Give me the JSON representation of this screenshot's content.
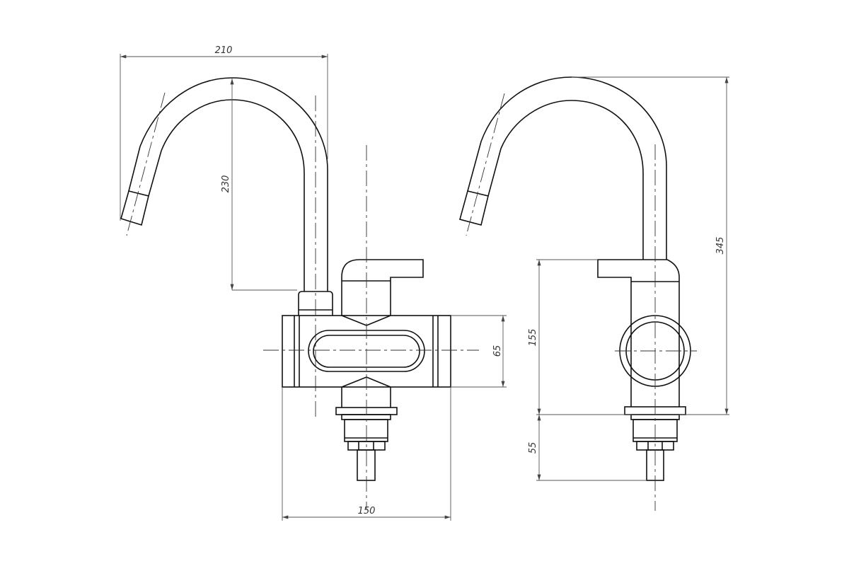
{
  "drawing": {
    "front_view": {
      "dimensions": {
        "spout_reach": "210",
        "spout_height": "230",
        "body_height": "65",
        "body_width": "150"
      }
    },
    "side_view": {
      "dimensions": {
        "total_height": "345",
        "lever_height": "155",
        "shank_length": "55"
      }
    },
    "colors": {
      "line": "#111111",
      "dimension": "#555555",
      "background": "#ffffff"
    }
  }
}
